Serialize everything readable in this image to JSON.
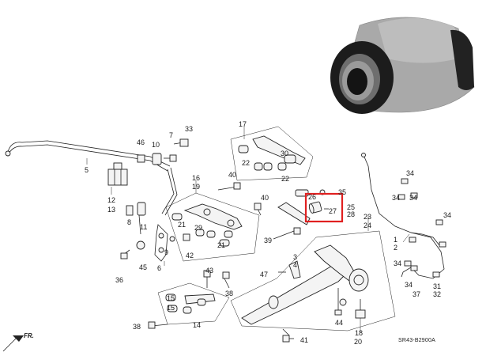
{
  "diagram": {
    "labels": {
      "n1": "1",
      "n2": "2",
      "n3": "3",
      "n4": "4",
      "n5": "5",
      "n6": "6",
      "n7": "7",
      "n8": "8",
      "n9": "9",
      "n10": "10",
      "n11": "11",
      "n12": "12",
      "n13": "13",
      "n14": "14",
      "n15": "15",
      "n15b": "15",
      "n16": "16",
      "n17": "17",
      "n18": "18",
      "n19": "19",
      "n20": "20",
      "n21a": "21",
      "n21b": "21",
      "n22a": "22",
      "n22b": "22",
      "n23": "23",
      "n24": "24",
      "n25": "25",
      "n26": "26",
      "n27": "27",
      "n28": "28",
      "n29": "29",
      "n30": "30",
      "n31": "31",
      "n32": "32",
      "n33": "33",
      "n34a": "34",
      "n34b": "34",
      "n34c": "34",
      "n34d": "34",
      "n34e": "34",
      "n34f": "34",
      "n35": "35",
      "n36": "36",
      "n37": "37",
      "n38a": "38",
      "n38b": "38",
      "n39": "39",
      "n40a": "40",
      "n40b": "40",
      "n41": "41",
      "n42": "42",
      "n43": "43",
      "n44": "44",
      "n45": "45",
      "n46": "46",
      "n47": "47"
    },
    "catalog_code": "SR43-B2900A",
    "front_label": "FR.",
    "highlight_color": "#e02020",
    "photo_colors": {
      "body": "#a9a9a9",
      "rubber": "#1c1c1c",
      "bore": "#141414"
    }
  }
}
